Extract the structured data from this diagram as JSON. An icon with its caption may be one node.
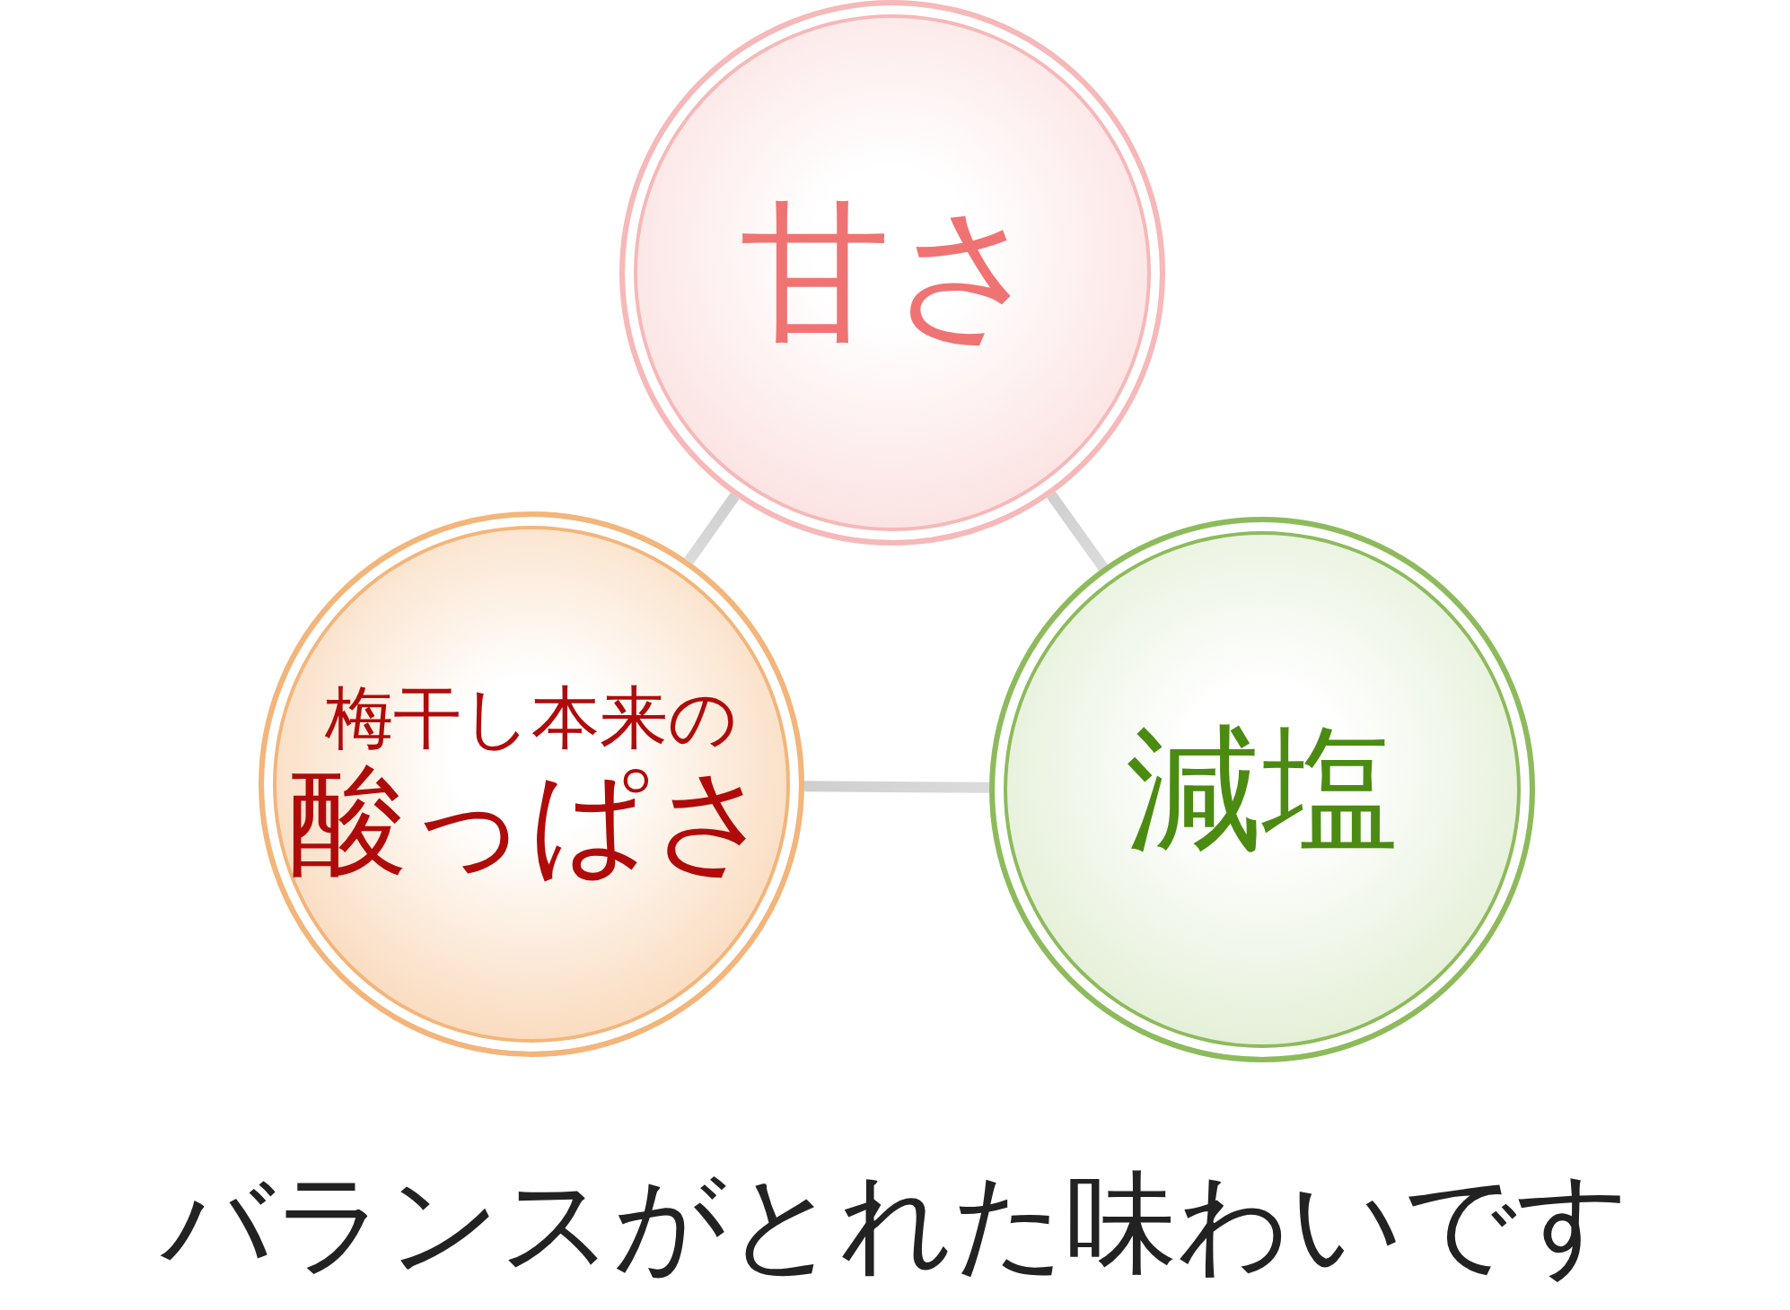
{
  "diagram": {
    "caption": "バランスがとれた味わいです",
    "nodes": [
      {
        "text": [
          "甘さ"
        ]
      },
      {
        "text": [
          "梅干し本来の",
          "酸っぱさ"
        ]
      },
      {
        "text": [
          "減塩"
        ]
      }
    ],
    "edges": [
      {
        "from": 0,
        "to": 1,
        "arrow": "none"
      },
      {
        "from": 0,
        "to": 2,
        "arrow": "none"
      },
      {
        "from": 1,
        "to": 2,
        "arrow": "none"
      }
    ]
  }
}
